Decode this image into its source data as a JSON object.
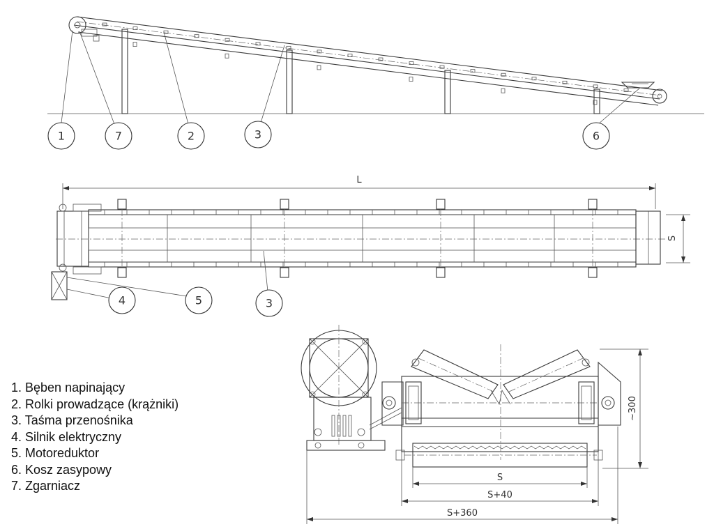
{
  "legend": {
    "items": [
      "1. Bęben napinający",
      "2. Rolki prowadzące (krążniki)",
      "3. Taśma przenośnika",
      "4. Silnik elektryczny",
      "5. Motoreduktor",
      "6. Kosz zasypowy",
      "7. Zgarniacz"
    ]
  },
  "side_view": {
    "callouts": [
      "1",
      "7",
      "2",
      "3",
      "6"
    ]
  },
  "top_view": {
    "callouts": [
      "4",
      "5",
      "3"
    ],
    "dim_length": "L",
    "dim_width": "S"
  },
  "cross_section": {
    "dim_height": "~300",
    "dim_s": "S",
    "dim_s40": "S+40",
    "dim_s360": "S+360"
  }
}
